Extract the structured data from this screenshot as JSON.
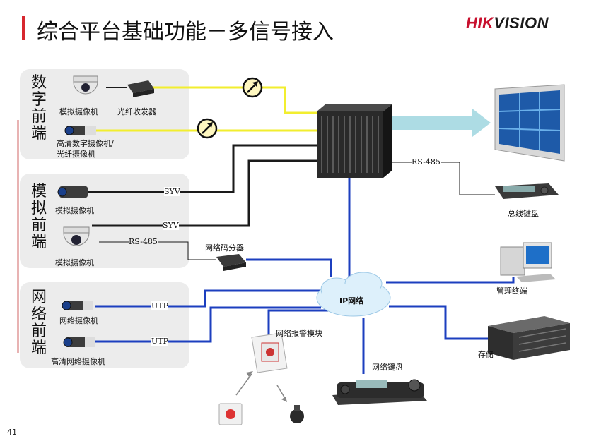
{
  "page": {
    "title": "综合平台基础功能－多信号接入",
    "logo_hi": "HIK",
    "logo_rest": "VISION",
    "page_number": "41"
  },
  "groups": {
    "digital": "数字前端",
    "analog": "模拟前端",
    "network": "网络前端"
  },
  "labels": {
    "analog_ptz_1": "模拟摄像机",
    "fiber_transceiver": "光纤收发器",
    "hd_digital_camera": "高清数字摄像机/光纤摄像机",
    "analog_camera": "模拟摄像机",
    "analog_ptz_2": "模拟摄像机",
    "syv_1": "SYV",
    "syv_2": "SYV",
    "rs485_left": "RS-485",
    "rs485_right": "RS-485",
    "net_codec": "网络码分器",
    "ip_network": "IP网络",
    "utp_1": "UTP",
    "utp_2": "UTP",
    "net_camera": "网络摄像机",
    "hd_net_camera": "高清网络摄像机",
    "alarm_module": "网络报警模块",
    "net_keyboard": "网络键盘",
    "bus_keyboard": "总线键盘",
    "mgmt_terminal": "管理终端",
    "storage": "存储"
  },
  "colors": {
    "fiber": "#f2ee2f",
    "analog": "#1a1a1a",
    "network": "#1c3fbf",
    "accent": "#d7282f",
    "arrow": "#9fd6df"
  }
}
